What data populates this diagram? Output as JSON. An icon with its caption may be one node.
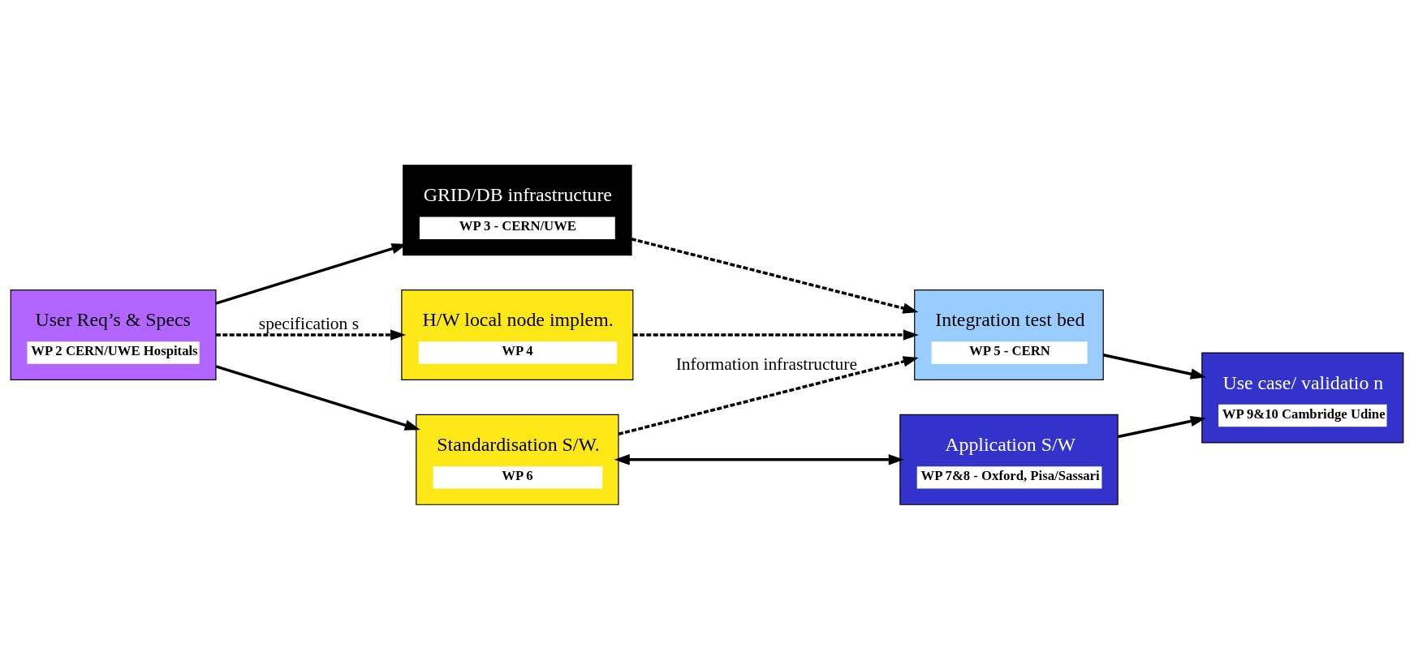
{
  "diagram": {
    "nodes": [
      {
        "text": [
          "User Req’s & Specs",
          "WP 2 CERN/UWE Hospitals"
        ]
      },
      {
        "text": [
          "GRID/DB infrastructure",
          "WP 3 - CERN/UWE"
        ]
      },
      {
        "text": [
          "H/W local node implem.",
          "WP 4"
        ]
      },
      {
        "text": [
          "Standardisation S/W.",
          "WP 6"
        ]
      },
      {
        "text": [
          "Integration test bed",
          "WP 5 - CERN"
        ]
      },
      {
        "text": [
          "Application S/W",
          "WP 7&8 - Oxford, Pisa/Sassari"
        ]
      },
      {
        "text": [
          "Use case/ validatio n",
          "WP 9&10 Cambridge Udine"
        ]
      }
    ],
    "edges": [
      {
        "from": 0,
        "to": 1,
        "arrow": "to"
      },
      {
        "from": 0,
        "to": 2,
        "arrow": "to",
        "style": "dashed",
        "label": "specification s"
      },
      {
        "from": 0,
        "to": 3,
        "arrow": "to"
      },
      {
        "from": 1,
        "to": 4,
        "arrow": "to",
        "style": "dashed"
      },
      {
        "from": 2,
        "to": 4,
        "arrow": "to",
        "style": "dashed"
      },
      {
        "from": 3,
        "to": 4,
        "arrow": "to",
        "style": "dashed",
        "label": "Information infrastructure"
      },
      {
        "from": 3,
        "to": 5,
        "arrow": "both"
      },
      {
        "from": 4,
        "to": 6,
        "arrow": "to"
      },
      {
        "from": 5,
        "to": 6,
        "arrow": "to"
      }
    ]
  }
}
